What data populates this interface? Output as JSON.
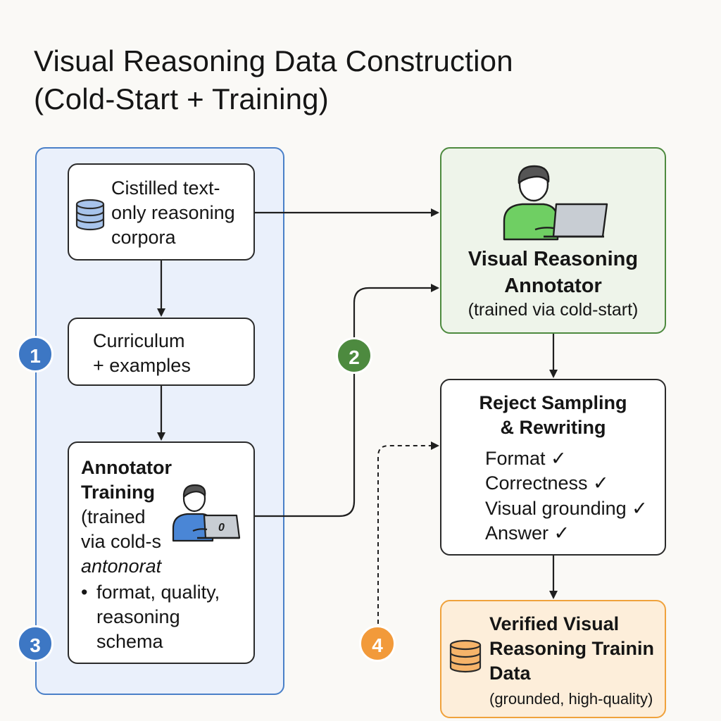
{
  "title": {
    "line1": "Visual Reasoning Data Construction",
    "line2": "(Cold-Start + Training)"
  },
  "left_panel": {
    "corpora": {
      "lines": [
        "Cistilled text-",
        "only reasoning",
        "corpora"
      ],
      "icon": "database-icon"
    },
    "curriculum": {
      "lines": [
        "Curriculum",
        "+ examples"
      ]
    },
    "annotator_training": {
      "heading_lines": [
        "Annotator",
        "Training"
      ],
      "body_lines": [
        "(trained",
        "via cold-s",
        "antonorat"
      ],
      "bullet": "•",
      "bullet_lines": [
        "format, quality,",
        "reasoning",
        "schema"
      ],
      "laptop_label": "0",
      "icon": "person-laptop-icon"
    }
  },
  "annotator": {
    "title_lines": [
      "Visual Reasoning",
      "Annotator"
    ],
    "subtitle": "(trained via cold-start)",
    "icon": "person-laptop-icon"
  },
  "reject": {
    "title_lines": [
      "Reject Sampling",
      "& Rewriting"
    ],
    "checks": [
      "Format ✓",
      "Correctness ✓",
      "Visual grounding ✓",
      "Answer ✓"
    ]
  },
  "verified": {
    "title_lines": [
      "Verified Visual",
      "Reasoning Trainin",
      "Data"
    ],
    "subtitle": "(grounded, high-quality)",
    "icon": "database-icon"
  },
  "badges": [
    "1",
    "2",
    "3",
    "4"
  ],
  "colors": {
    "blue": "#3d77c4",
    "green": "#4d8a3f",
    "orange": "#f29a3a",
    "panel_blue_bg": "#eaf0fb",
    "panel_green_bg": "#eef4ea",
    "panel_orange_bg": "#fdeeda"
  }
}
